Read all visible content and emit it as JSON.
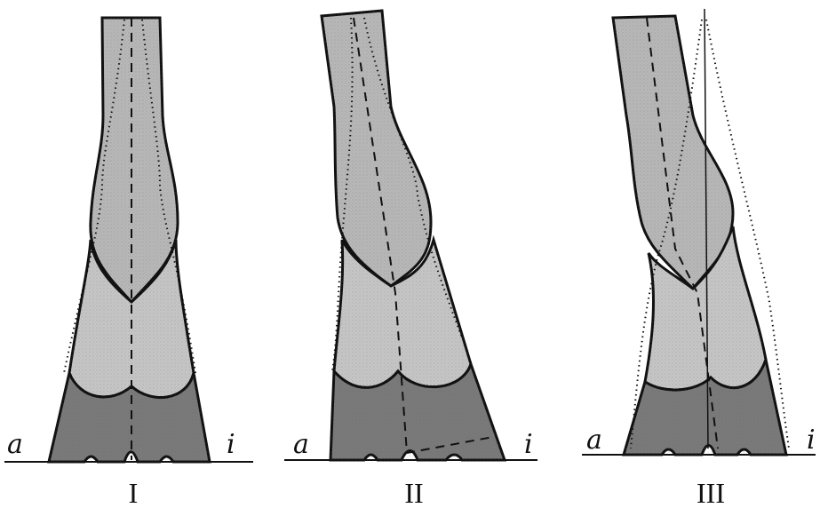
{
  "panels": [
    {
      "numeral": "I",
      "left_label": "a",
      "right_label": "i"
    },
    {
      "numeral": "II",
      "left_label": "a",
      "right_label": "i"
    },
    {
      "numeral": "III",
      "left_label": "a",
      "right_label": "i"
    }
  ],
  "colors": {
    "upper_bone": "#b8b8b8",
    "middle_bone": "#c6c6c6",
    "hoof": "#7a7a7a",
    "outline": "#111111",
    "background": "#ffffff"
  }
}
